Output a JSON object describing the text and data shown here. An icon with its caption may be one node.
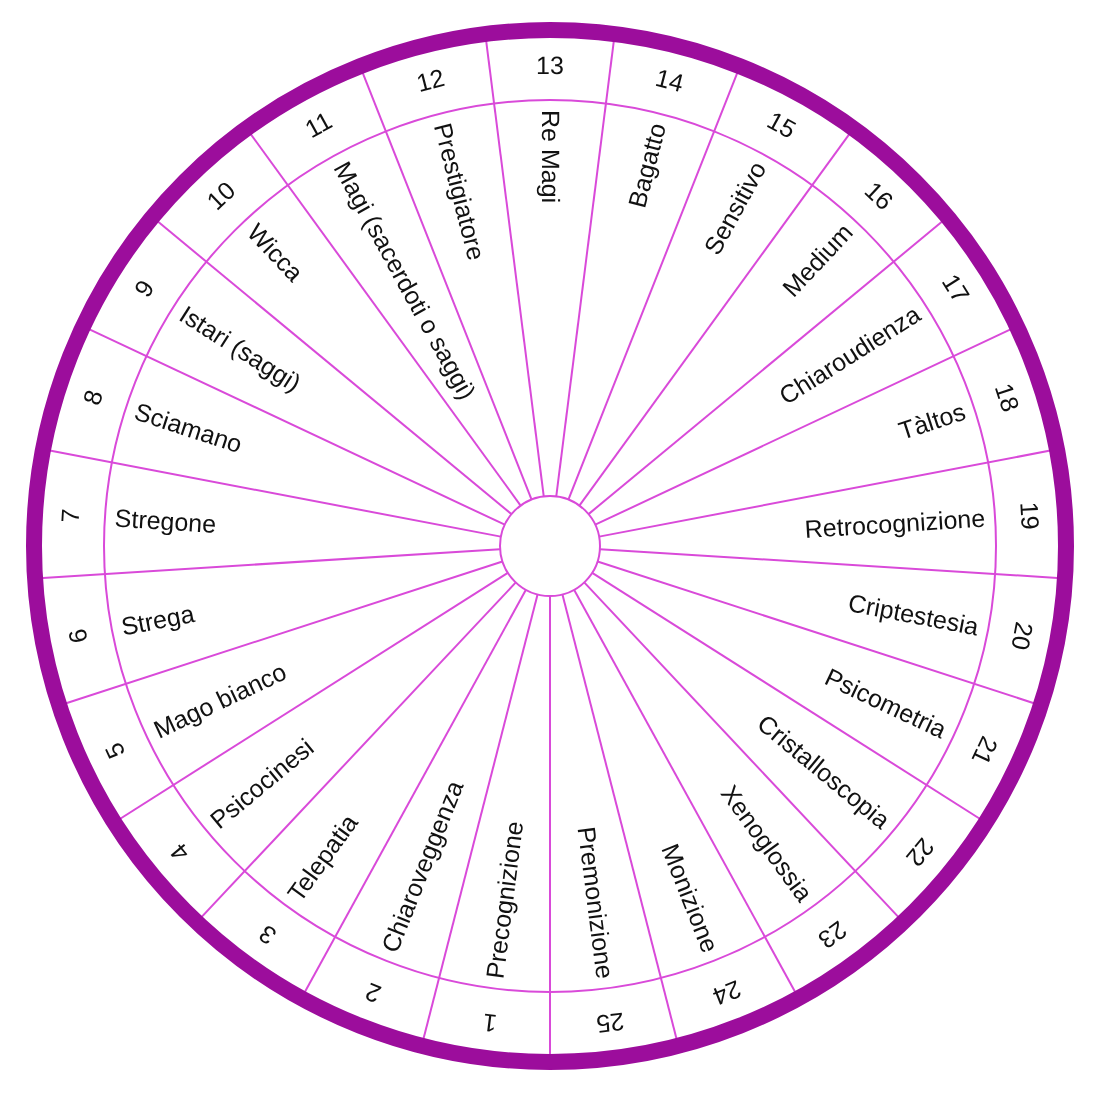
{
  "diagram": {
    "nodes": [
      {
        "text": [
          "1",
          "Precognizione"
        ]
      },
      {
        "text": [
          "2",
          "Chiaroveggenza"
        ]
      },
      {
        "text": [
          "3",
          "Telepatia"
        ]
      },
      {
        "text": [
          "4",
          "Psicocinesi"
        ]
      },
      {
        "text": [
          "5",
          "Mago bianco"
        ]
      },
      {
        "text": [
          "6",
          "Strega"
        ]
      },
      {
        "text": [
          "7",
          "Stregone"
        ]
      },
      {
        "text": [
          "8",
          "Sciamano"
        ]
      },
      {
        "text": [
          "9",
          "Istari (saggi)"
        ]
      },
      {
        "text": [
          "10",
          "Wicca"
        ]
      },
      {
        "text": [
          "11",
          "Magi (sacerdoti o saggi)"
        ]
      },
      {
        "text": [
          "12",
          "Prestigiatore"
        ]
      },
      {
        "text": [
          "13",
          "Re Magi"
        ]
      },
      {
        "text": [
          "14",
          "Bagatto"
        ]
      },
      {
        "text": [
          "15",
          "Sensitivo"
        ]
      },
      {
        "text": [
          "16",
          "Medium"
        ]
      },
      {
        "text": [
          "17",
          "Chiaroudienza"
        ]
      },
      {
        "text": [
          "18",
          "Tàltos"
        ]
      },
      {
        "text": [
          "19",
          "Retrocognizione"
        ]
      },
      {
        "text": [
          "20",
          "Criptestesia"
        ]
      },
      {
        "text": [
          "21",
          "Psicometria"
        ]
      },
      {
        "text": [
          "22",
          "Cristalloscopia"
        ]
      },
      {
        "text": [
          "23",
          "Xenoglossia"
        ]
      },
      {
        "text": [
          "24",
          "Monizione"
        ]
      },
      {
        "text": [
          "25",
          "Premonizione"
        ]
      }
    ]
  }
}
